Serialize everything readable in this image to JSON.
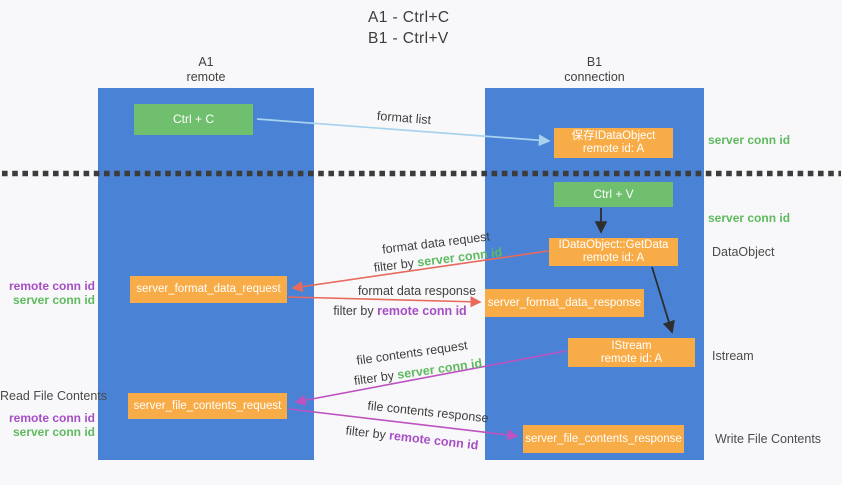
{
  "title": {
    "line1": "A1 - Ctrl+C",
    "line2": "B1 - Ctrl+V"
  },
  "lifelines": {
    "left": {
      "name": "A1",
      "role": "remote"
    },
    "right": {
      "name": "B1",
      "role": "connection"
    }
  },
  "boxes": {
    "ctrl_c": {
      "label": "Ctrl + C"
    },
    "ctrl_v": {
      "label": "Ctrl + V"
    },
    "save_idataobject": {
      "line1": "保存IDataObject",
      "line2": "remote id: A"
    },
    "idataobject_getdata": {
      "line1": "IDataObject::GetData",
      "line2": "remote id: A"
    },
    "istream": {
      "line1": "IStream",
      "line2": "remote id: A"
    },
    "server_format_data_request": {
      "label": "server_format_data_request"
    },
    "server_format_data_response": {
      "label": "server_format_data_response"
    },
    "server_file_contents_request": {
      "label": "server_file_contents_request"
    },
    "server_file_contents_response": {
      "label": "server_file_contents_response"
    }
  },
  "arrow_labels": {
    "format_list": "format list",
    "format_data_request": "format data request",
    "format_data_response": "format data response",
    "file_contents_request": "file contents request",
    "file_contents_response": "file contents response",
    "filter_by": "filter by ",
    "server_conn_id": "server conn id",
    "remote_conn_id": "remote conn id"
  },
  "side_labels": {
    "right_top_server_conn_id": "server conn id",
    "right_mid_server_conn_id": "server conn id",
    "dataobject": "DataObject",
    "istream": "Istream",
    "write_file_contents": "Write File Contents",
    "left_remote_conn_id_1": "remote conn id",
    "left_server_conn_id_1": "server conn id",
    "read_file_contents": "Read File Contents",
    "left_remote_conn_id_2": "remote conn id",
    "left_server_conn_id_2": "server conn id"
  },
  "colors": {
    "lifeline_blue": "#4a82d5",
    "key_green": "#70bf6f",
    "message_orange": "#f8ac47",
    "arrow_light_blue": "#a9d2ee",
    "arrow_red": "#e76a5c",
    "arrow_magenta": "#bd52c0",
    "arrow_black": "#2e2e2e",
    "text_green": "#5fba5f",
    "text_purple": "#a64fc5",
    "text_dark": "#3c3c3c"
  }
}
